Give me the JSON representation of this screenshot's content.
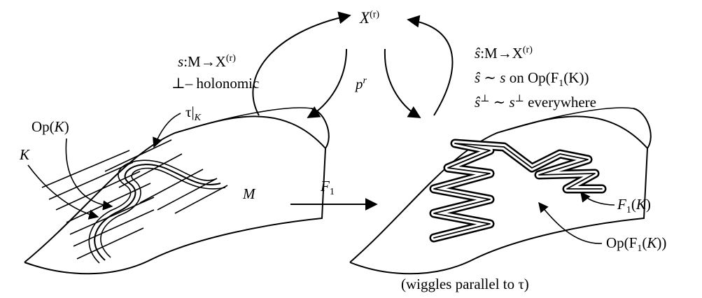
{
  "nodes": {
    "jet_space": {
      "base": "X",
      "sup": "(r)"
    },
    "projection": {
      "base": "p",
      "sup": "r"
    }
  },
  "left_section": {
    "map_line": {
      "pre": "s",
      "mid": ":M→X",
      "sup": "(r)"
    },
    "holonomic_line": "⊥– holonomic"
  },
  "right_section": {
    "map_line": {
      "pre": "ŝ",
      "mid": ":M→X",
      "sup": "(r)"
    },
    "homotopy_line": {
      "lhs": "ŝ ∼ s",
      "rest": " on  Op(F",
      "sub": "1",
      "tail": "(K))"
    },
    "perp_line": {
      "a": "ŝ",
      "a_sup": "⊥",
      "mid": " ∼ s",
      "b_sup": "⊥",
      "tail": "  everywhere"
    }
  },
  "left_surface": {
    "op_k": {
      "pre": "Op(",
      "var": "K",
      "post": ")"
    },
    "k": "K",
    "tau_k": {
      "base": "τ|",
      "sub": "K"
    },
    "m": "M"
  },
  "map_arrow": {
    "base": "F",
    "sub": "1"
  },
  "right_surface": {
    "f1k": {
      "base": "F",
      "sub": "1",
      "pre": "(",
      "var": "K",
      "post": ")"
    },
    "op_f1k": {
      "pre": "Op(F",
      "sub": "1",
      "mid": "(",
      "var": "K",
      "post": "))"
    }
  },
  "caption": "(wiggles parallel to τ)"
}
